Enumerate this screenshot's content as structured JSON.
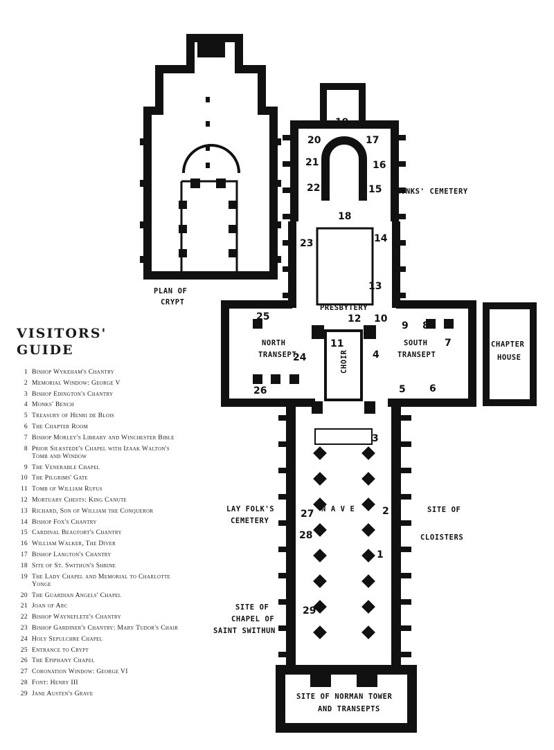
{
  "legend": {
    "title_line1": "VISITORS'",
    "title_line2": "GUIDE",
    "items": [
      {
        "n": "1",
        "text": "Bishop Wykeham's Chantry"
      },
      {
        "n": "2",
        "text": "Memorial Window: George V"
      },
      {
        "n": "3",
        "text": "Bishop Edington's Chantry"
      },
      {
        "n": "4",
        "text": "Monks' Bench"
      },
      {
        "n": "5",
        "text": "Treasury of Henri de Blois"
      },
      {
        "n": "6",
        "text": "The Chapter Room"
      },
      {
        "n": "7",
        "text": "Bishop Morley's Library and Winchester Bible"
      },
      {
        "n": "8",
        "text": "Prior Silkstede's Chapel with Izaak Walton's Tomb and Window"
      },
      {
        "n": "9",
        "text": "The Venerable Chapel"
      },
      {
        "n": "10",
        "text": "The Pilgrims' Gate"
      },
      {
        "n": "11",
        "text": "Tomb of William Rufus"
      },
      {
        "n": "12",
        "text": "Mortuary Chests: King Canute"
      },
      {
        "n": "13",
        "text": "Richard, Son of William the Conqueror"
      },
      {
        "n": "14",
        "text": "Bishop Fox's Chantry"
      },
      {
        "n": "15",
        "text": "Cardinal Beaufort's Chantry"
      },
      {
        "n": "16",
        "text": "William Walker, The Diver"
      },
      {
        "n": "17",
        "text": "Bishop Langton's Chantry"
      },
      {
        "n": "18",
        "text": "Site of St. Swithun's Shrine"
      },
      {
        "n": "19",
        "text": "The Lady Chapel and Memorial to Charlotte Yonge"
      },
      {
        "n": "20",
        "text": "The Guardian Angels' Chapel"
      },
      {
        "n": "21",
        "text": "Joan of Arc"
      },
      {
        "n": "22",
        "text": "Bishop Wayneflete's Chantry"
      },
      {
        "n": "23",
        "text": "Bishop Gardiner's Chantry: Mary Tudor's Chair"
      },
      {
        "n": "24",
        "text": "Holy Sepulchre Chapel"
      },
      {
        "n": "25",
        "text": "Entrance to Crypt"
      },
      {
        "n": "26",
        "text": "The Epiphany Chapel"
      },
      {
        "n": "27",
        "text": "Coronation Window: George VI"
      },
      {
        "n": "28",
        "text": "Font: Henry III"
      },
      {
        "n": "29",
        "text": "Jane Austen's Grave"
      }
    ]
  },
  "plan_labels": {
    "crypt": [
      "PLAN OF",
      "CRYPT"
    ],
    "monks_cemetery": "MONKS' CEMETERY",
    "presbytery": "PRESBYTERY",
    "north_transept": [
      "NORTH",
      "TRANSEPT"
    ],
    "south_transept": [
      "SOUTH",
      "TRANSEPT"
    ],
    "choir": "CHOIR",
    "chapter_house": [
      "CHAPTER",
      "HOUSE"
    ],
    "lay_folk": [
      "LAY FOLK'S",
      "CEMETERY"
    ],
    "nave": "N A V E",
    "cloisters": [
      "SITE OF",
      "CLOISTERS"
    ],
    "chapel_swithun": [
      "SITE OF",
      "CHAPEL OF",
      "SAINT SWITHUN"
    ],
    "norman_tower": [
      "SITE OF NORMAN TOWER",
      "AND TRANSEPTS"
    ]
  }
}
